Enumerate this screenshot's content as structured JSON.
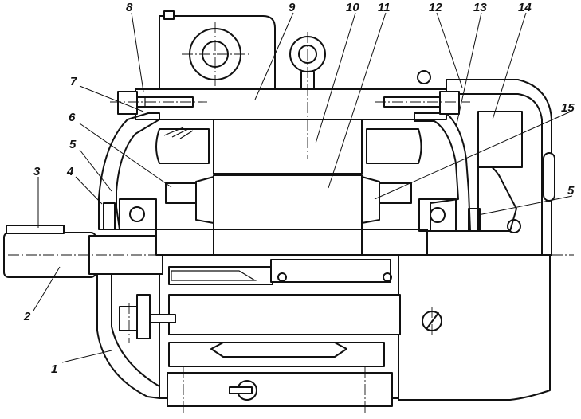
{
  "figure": {
    "colors": {
      "ink": "#111111",
      "hatch_light": "#444444",
      "background": "#ffffff"
    },
    "callouts": [
      {
        "id": "c1",
        "label": "1"
      },
      {
        "id": "c2",
        "label": "2"
      },
      {
        "id": "c3",
        "label": "3"
      },
      {
        "id": "c4",
        "label": "4"
      },
      {
        "id": "c5a",
        "label": "5"
      },
      {
        "id": "c5b",
        "label": "5"
      },
      {
        "id": "c6",
        "label": "6"
      },
      {
        "id": "c7",
        "label": "7"
      },
      {
        "id": "c8",
        "label": "8"
      },
      {
        "id": "c9",
        "label": "9"
      },
      {
        "id": "c10",
        "label": "10"
      },
      {
        "id": "c11",
        "label": "11"
      },
      {
        "id": "c12",
        "label": "12"
      },
      {
        "id": "c13",
        "label": "13"
      },
      {
        "id": "c14",
        "label": "14"
      },
      {
        "id": "c15",
        "label": "15"
      }
    ]
  }
}
